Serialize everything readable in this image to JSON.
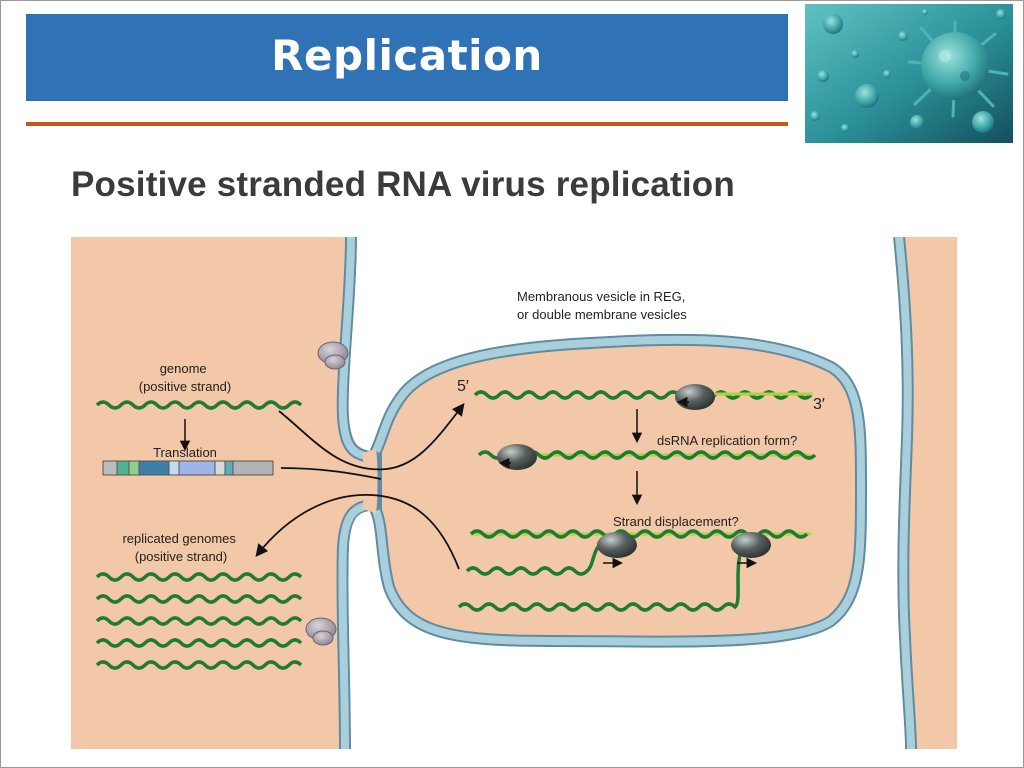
{
  "slide": {
    "title": "Replication",
    "heading": "Positive stranded RNA virus replication"
  },
  "header_image": {
    "icon": "virus-particles-image"
  },
  "diagram": {
    "vesicle_label": [
      "Membranous vesicle in REG,",
      "or double membrane vesicles"
    ],
    "genome_label": [
      "genome",
      "(positive strand)"
    ],
    "translation_label": "Translation",
    "replicated_label": [
      "replicated genomes",
      "(positive strand)"
    ],
    "five_prime": "5′",
    "three_prime": "3′",
    "dsrna_label": "dsRNA replication form?",
    "displacement_label": "Strand displacement?"
  },
  "colors": {
    "title_bar": "#2f72b5",
    "rule": "#c0581c",
    "cytoplasm": "#f2c8a8",
    "membrane": "#a9cfdd",
    "membrane_edge": "#5f8ca0",
    "rna_dark": "#1f7a34",
    "rna_light": "#a9d63c"
  }
}
